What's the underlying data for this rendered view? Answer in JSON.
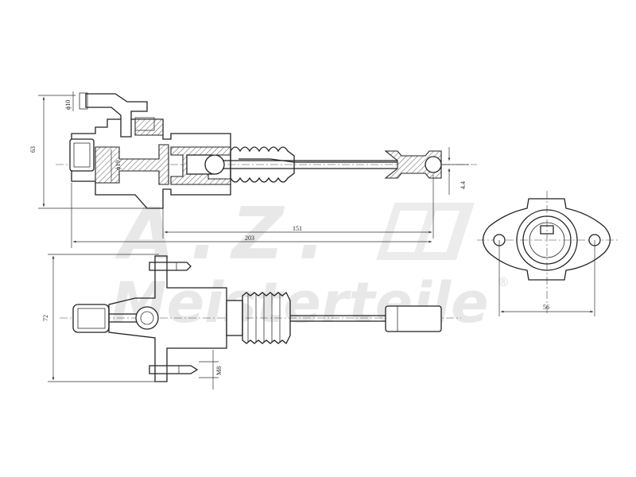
{
  "watermark": {
    "brand_line1": "A.Z.",
    "brand_line2": "Meisterteile",
    "registered_mark": "®"
  },
  "dimensions": {
    "diameter_10": "ϕ10",
    "diameter_19": "ϕ19",
    "height_63": "63",
    "offset_4_4": "4.4",
    "length_151": "151",
    "length_203": "203",
    "height_72": "72",
    "thread_m8": "M8",
    "flange_56": "56"
  }
}
